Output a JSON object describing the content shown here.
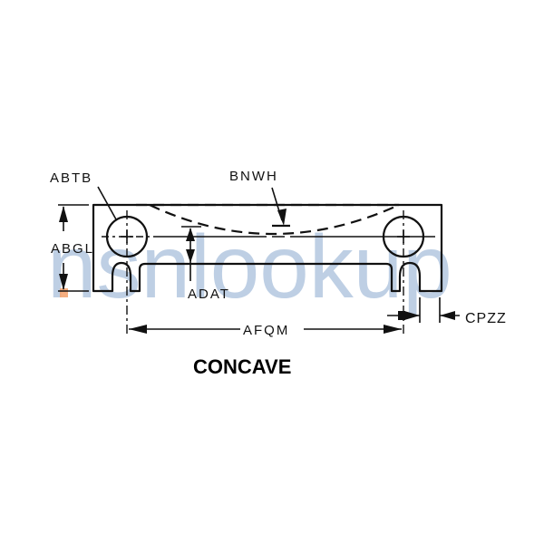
{
  "diagram": {
    "type": "engineering-dimension-drawing",
    "caption": "CONCAVE",
    "labels": {
      "hole_diameter": "ABTB",
      "curvature_depth": "BNWH",
      "overall_height": "ABGL",
      "center_to_recess": "ADAT",
      "hole_center_spacing": "AFQM",
      "edge_offset": "CPZZ"
    },
    "callouts": [
      {
        "id": "ABTB",
        "meaning": "hole diameter (leader to left hole)"
      },
      {
        "id": "BNWH",
        "meaning": "concave curvature depth (leader arrow)"
      },
      {
        "id": "ABGL",
        "meaning": "overall height (vertical dimension, left)"
      },
      {
        "id": "ADAT",
        "meaning": "hole center to recess bottom (vertical dimension)"
      },
      {
        "id": "AFQM",
        "meaning": "distance between hole centers (horizontal dimension)"
      },
      {
        "id": "CPZZ",
        "meaning": "slot center to right edge (horizontal dimension)"
      }
    ]
  },
  "watermark": {
    "text": "nsnlookup",
    "color": "#a9c0dc",
    "accent_dot_color": "#f4a06a"
  },
  "colors": {
    "line": "#111111",
    "background": "#ffffff"
  }
}
